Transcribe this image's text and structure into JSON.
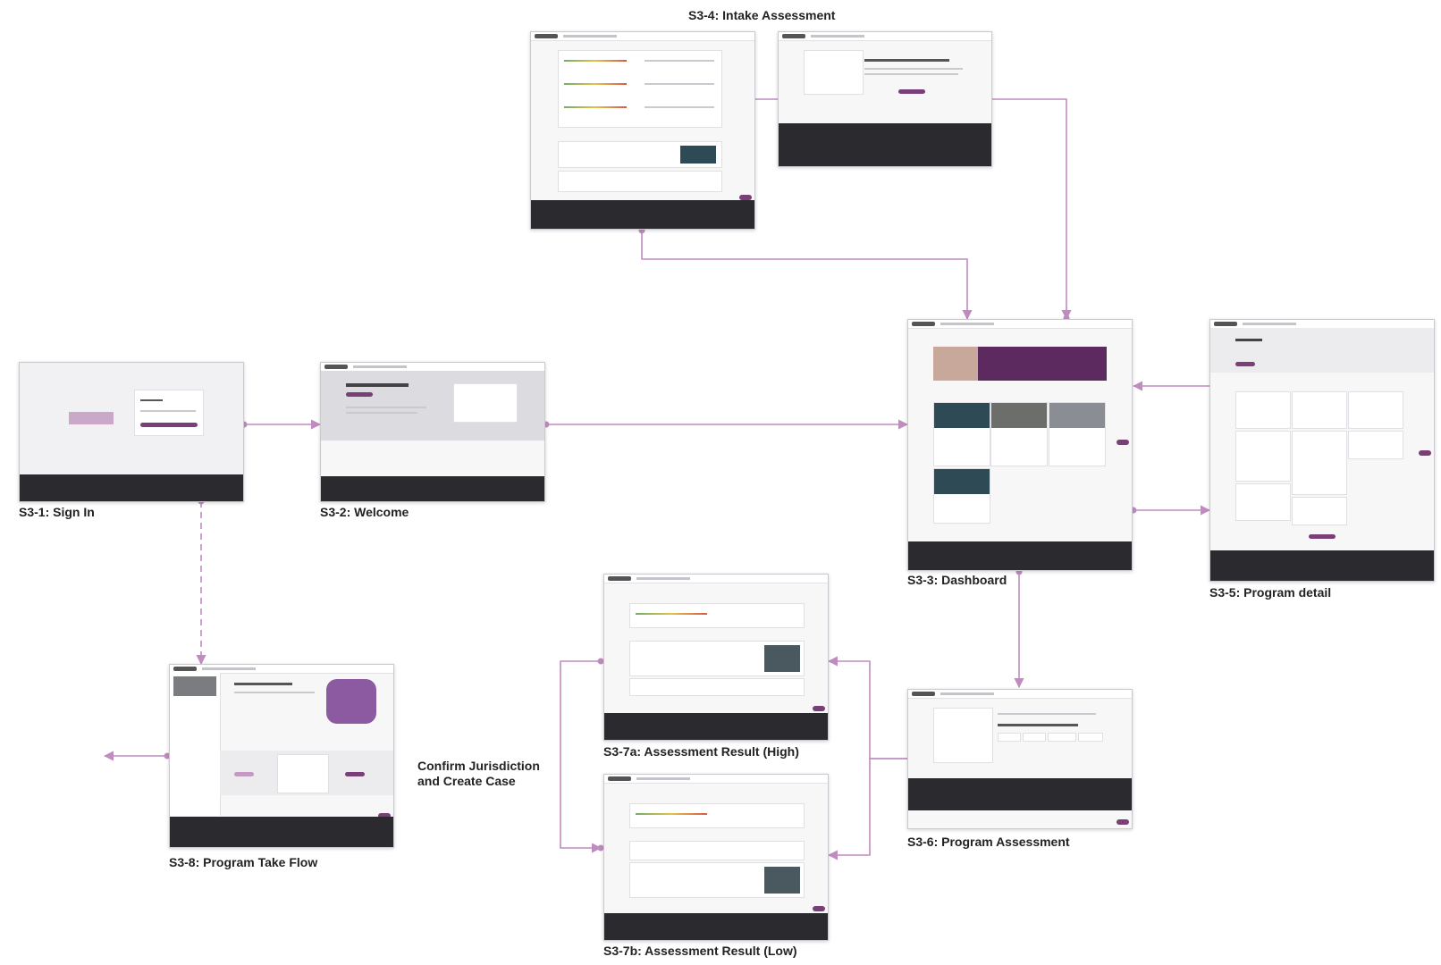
{
  "screens": [
    {
      "id": "s3-1",
      "label": "S3-1: Sign In"
    },
    {
      "id": "s3-2",
      "label": "S3-2: Welcome"
    },
    {
      "id": "s3-3",
      "label": "S3-3: Dashboard"
    },
    {
      "id": "s3-4",
      "label": "S3-4: Intake Assessment"
    },
    {
      "id": "s3-5",
      "label": "S3-5: Program detail"
    },
    {
      "id": "s3-6",
      "label": "S3-6: Program Assessment"
    },
    {
      "id": "s3-7a",
      "label": "S3-7a: Assessment Result (High)"
    },
    {
      "id": "s3-7b",
      "label": "S3-7b: Assessment Result (Low)"
    },
    {
      "id": "s3-8",
      "label": "S3-8: Program Take Flow"
    }
  ],
  "edge_labels": {
    "confirm_line1": "Confirm Jurisdiction",
    "confirm_line2": "and Create Case"
  },
  "colors": {
    "connector": "#c08cbf",
    "brand_purple": "#5c2a5f",
    "footer": "#2b2a2e"
  }
}
